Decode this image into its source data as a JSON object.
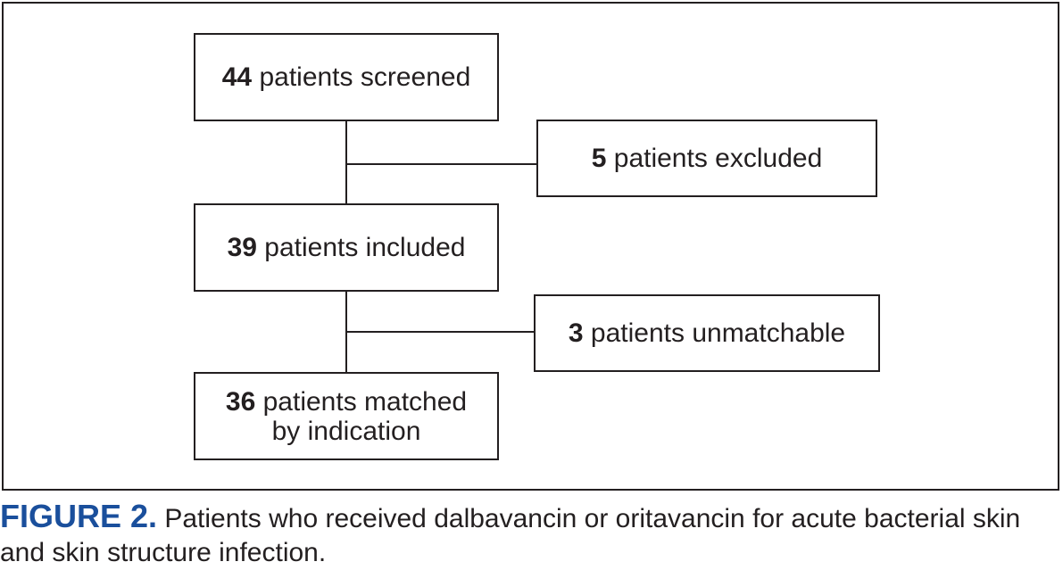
{
  "flowchart": {
    "boxes": {
      "screened": {
        "num": "44",
        "text": " patients screened"
      },
      "excluded": {
        "num": "5",
        "text": " patients excluded"
      },
      "included": {
        "num": "39",
        "text": " patients included"
      },
      "unmatchable": {
        "num": "3",
        "text": " patients unmatchable"
      },
      "matched": {
        "num": "36",
        "text": " patients matched",
        "text2": "by indication"
      }
    }
  },
  "caption": {
    "label": "FIGURE 2.",
    "text": " Patients who received dalbavancin or oritavancin for acute bacterial skin and skin structure infection."
  }
}
